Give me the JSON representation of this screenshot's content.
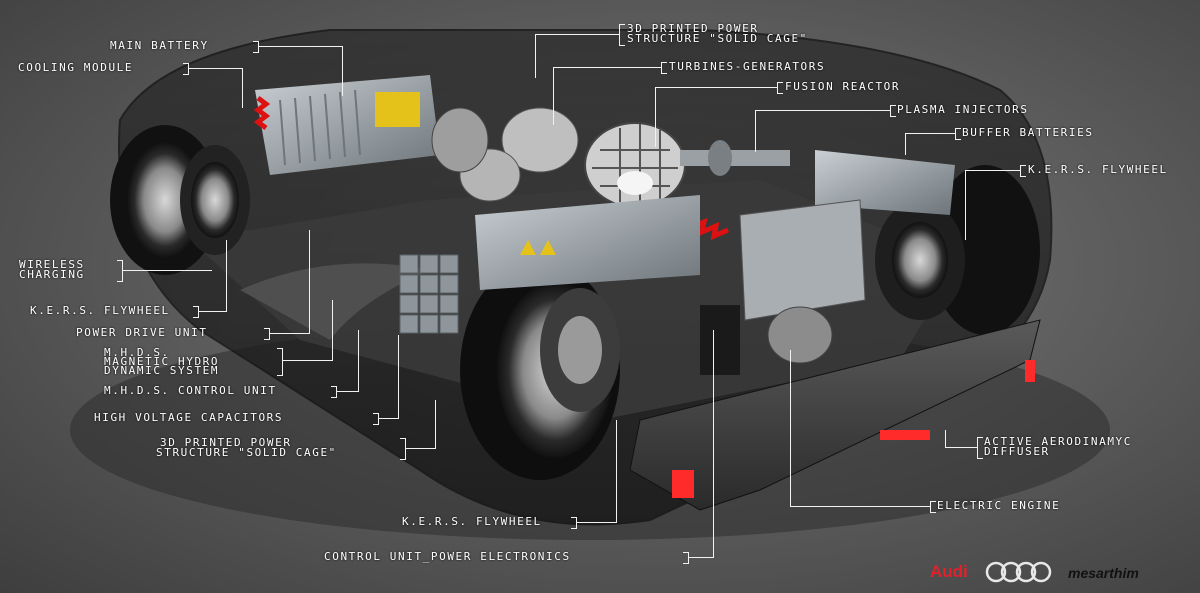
{
  "labels": {
    "main_battery": "MAIN BATTERY",
    "cooling_module": "COOLING MODULE",
    "printed_structure_top_l1": "3D PRINTED POWER",
    "printed_structure_top_l2": "STRUCTURE \"SOLID CAGE\"",
    "turbines_generators": "TURBINES-GENERATORS",
    "fusion_reactor": "FUSION REACTOR",
    "plasma_injectors": "PLASMA INJECTORS",
    "buffer_batteries": "BUFFER BATTERIES",
    "kers_flywheel_right": "K.E.R.S. FLYWHEEL",
    "wireless_charging_l1": "WIRELESS",
    "wireless_charging_l2": "CHARGING",
    "kers_flywheel_left": "K.E.R.S. FLYWHEEL",
    "power_drive_unit": "POWER DRIVE UNIT",
    "mhds_l1": "M.H.D.S.",
    "mhds_l2": "MAGNETIC HYDRO",
    "mhds_l3": "DYNAMIC SYSTEM",
    "mhds_control_unit": "M.H.D.S. CONTROL UNIT",
    "high_voltage_capacitors": "HIGH VOLTAGE CAPACITORS",
    "printed_structure_bottom_l1": "3D PRINTED POWER",
    "printed_structure_bottom_l2": "STRUCTURE \"SOLID CAGE\"",
    "active_diffuser_l1": "ACTIVE AERODINAMYC",
    "active_diffuser_l2": "DIFFUSER",
    "electric_engine": "ELECTRIC ENGINE",
    "kers_flywheel_bottom": "K.E.R.S. FLYWHEEL",
    "control_unit_power_electronics": "CONTROL UNIT_POWER ELECTRONICS"
  },
  "branding": {
    "audi": "Audi",
    "mesarthim": "mesarthim"
  },
  "colors": {
    "background": "#5f5f5f",
    "label_text": "#ffffff",
    "audi_red": "#e4202b",
    "accent_red": "#ff2a2a"
  }
}
